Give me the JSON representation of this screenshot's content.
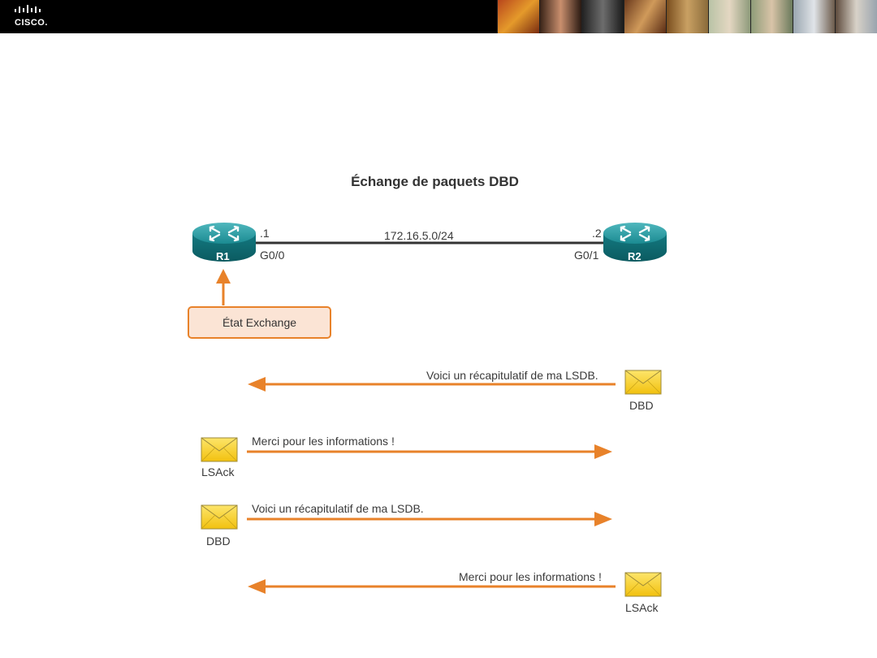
{
  "header": {
    "logo_text": "CISCO."
  },
  "diagram": {
    "title": "Échange de paquets DBD",
    "network": "172.16.5.0/24",
    "r1": {
      "name": "R1",
      "address_suffix": ".1",
      "interface": "G0/0"
    },
    "r2": {
      "name": "R2",
      "address_suffix": ".2",
      "interface": "G0/1"
    },
    "state_label": "État Exchange",
    "messages": [
      {
        "text": "Voici un récapitulatif de ma LSDB.",
        "packet": "DBD",
        "direction": "R2 to R1"
      },
      {
        "text": "Merci pour les informations !",
        "packet": "LSAck",
        "direction": "R1 to R2"
      },
      {
        "text": "Voici un récapitulatif de ma LSDB.",
        "packet": "DBD",
        "direction": "R1 to R2"
      },
      {
        "text": "Merci pour les informations !",
        "packet": "LSAck",
        "direction": "R2 to R1"
      }
    ]
  },
  "colors": {
    "arrow": "#e8822a",
    "router": "#0f7d85",
    "envelope": "#f7d21f",
    "state_fill": "#fbe4d5",
    "header": "#000000"
  }
}
